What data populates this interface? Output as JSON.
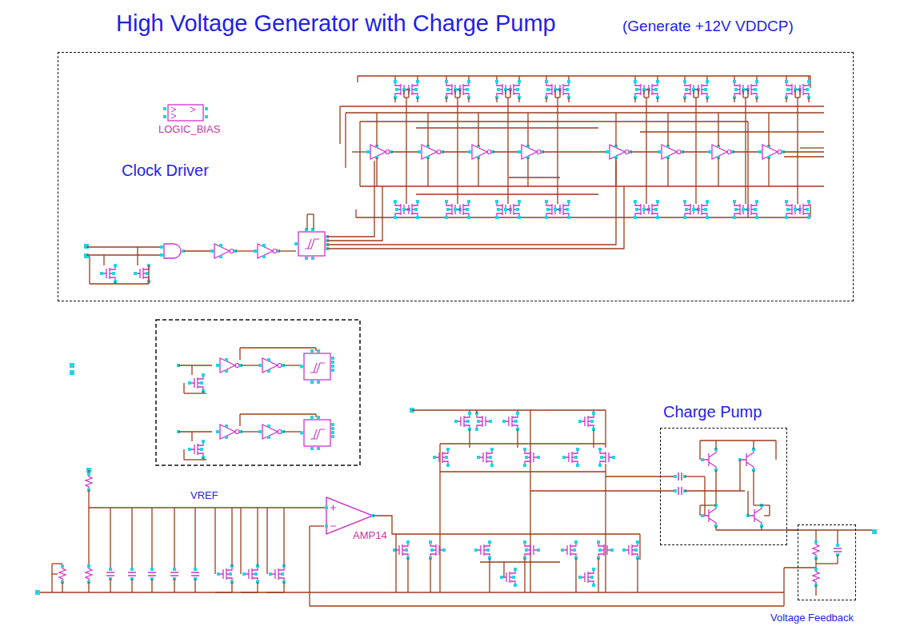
{
  "diagram": {
    "title": "High Voltage Generator with Charge Pump",
    "nodes": [
      {
        "text": [
          "Clock Driver"
        ]
      },
      {
        "text": [
          "Charge Pump"
        ]
      },
      {
        "text": [
          "Voltage Feedback"
        ]
      }
    ],
    "edges": [
      {
        "from": 1,
        "to": 2,
        "arrow": "none"
      }
    ],
    "labels": [
      "(Generate +12V VDDCP)",
      "LOGIC_BIAS",
      "VREF",
      "AMP14"
    ]
  }
}
